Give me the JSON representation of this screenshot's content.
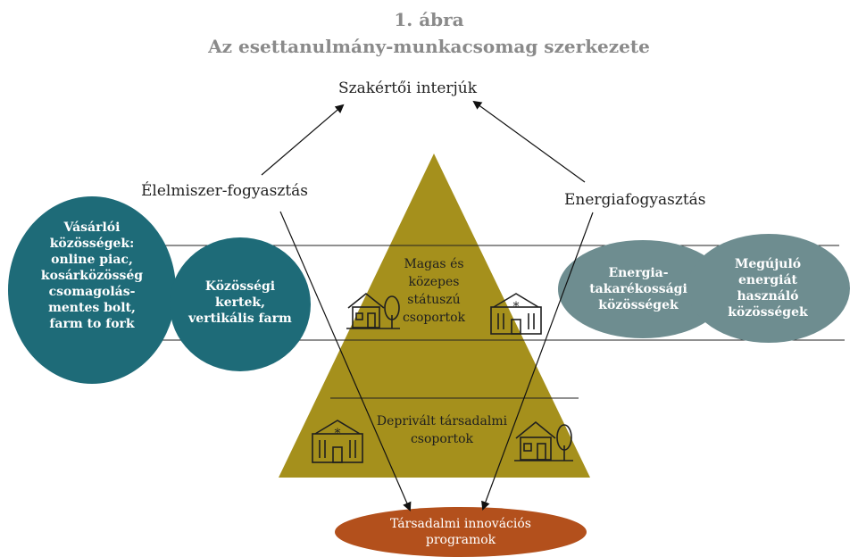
{
  "figure": {
    "number": "1. ábra",
    "title": "Az esettanulmány-munkacsomag szerkezete"
  },
  "nodes": {
    "expert_interviews": "Szakértői interjúk",
    "food_consumption": "Élelmiszer-fogyasztás",
    "energy_consumption": "Energiafogyasztás",
    "buyer_communities": [
      "Vásárlói",
      "közösségek:",
      "online piac,",
      "kosárközösség",
      "csomagolás-",
      "mentes bolt,",
      "farm to fork"
    ],
    "community_gardens": [
      "Közösségi",
      "kertek,",
      "vertikális farm"
    ],
    "energy_saving": [
      "Energia-",
      "takarékossági",
      "közösségek"
    ],
    "renewable": [
      "Megújuló",
      "energiát",
      "használó",
      "közösségek"
    ],
    "high_status": [
      "Magas és",
      "közepes",
      "státuszú",
      "csoportok"
    ],
    "deprived": [
      "Deprivált társadalmi",
      "csoportok"
    ],
    "social_programs": [
      "Társadalmi innovációs",
      "programok"
    ]
  },
  "colors": {
    "teal": "#1e6b78",
    "grey_teal": "#6e8d90",
    "pyramid": "#a5901c",
    "orange": "#b3501c",
    "title": "#8a8a8a"
  },
  "icons": [
    "house-tree-icon",
    "building-icon"
  ]
}
